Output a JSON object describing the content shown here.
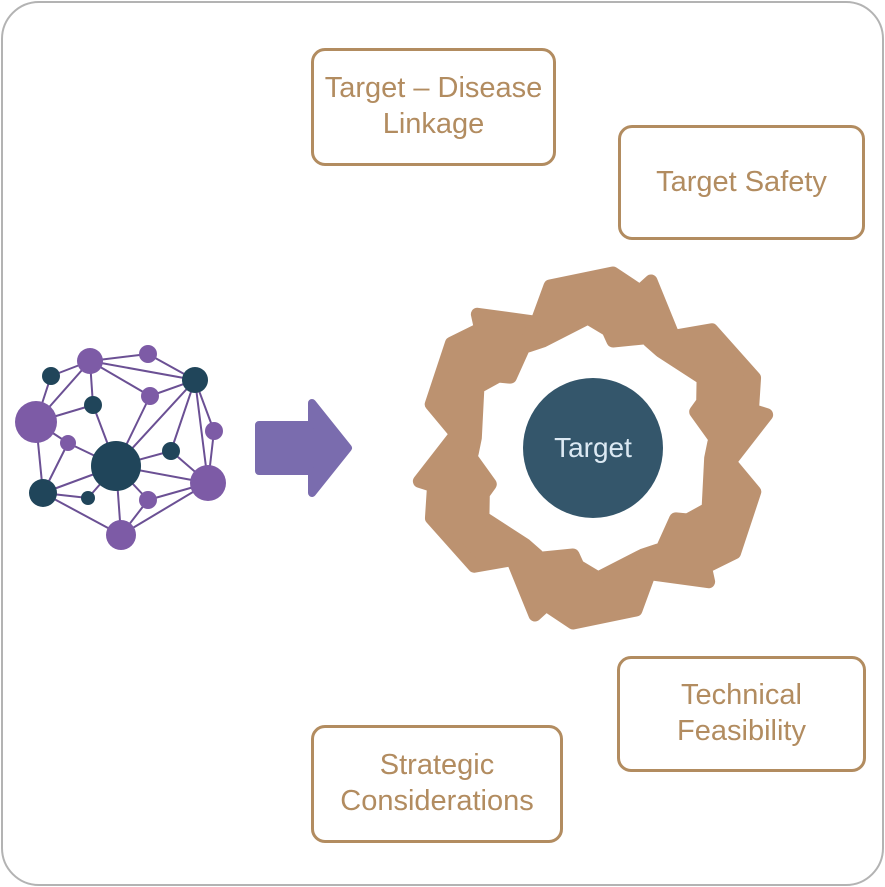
{
  "canvas": {
    "background": "#ffffff",
    "border_color": "#b3b3b3"
  },
  "colors": {
    "cycle_arrow_tan": "#bc9270",
    "box_border_tan": "#b28c60",
    "box_text_tan": "#b28c60",
    "target_circle_teal": "#34566b",
    "target_text": "#dce9f3",
    "network_node_purple": "#7d5ba6",
    "network_node_teal": "#20455a",
    "network_edge_purple": "#6b5094",
    "flow_arrow_purple": "#7a6cae"
  },
  "icons": {
    "network": "network-graph-icon",
    "flow_arrow": "right-arrow-icon",
    "cycle": "cycle-arrows-icon"
  },
  "boxes": [
    {
      "id": "target-disease-linkage",
      "label": "Target – Disease Linkage"
    },
    {
      "id": "target-safety",
      "label": "Target Safety"
    },
    {
      "id": "technical-feasibility",
      "label": "Technical Feasibility"
    },
    {
      "id": "strategic-considerations",
      "label": "Strategic Considerations"
    }
  ],
  "center": {
    "label": "Target"
  }
}
